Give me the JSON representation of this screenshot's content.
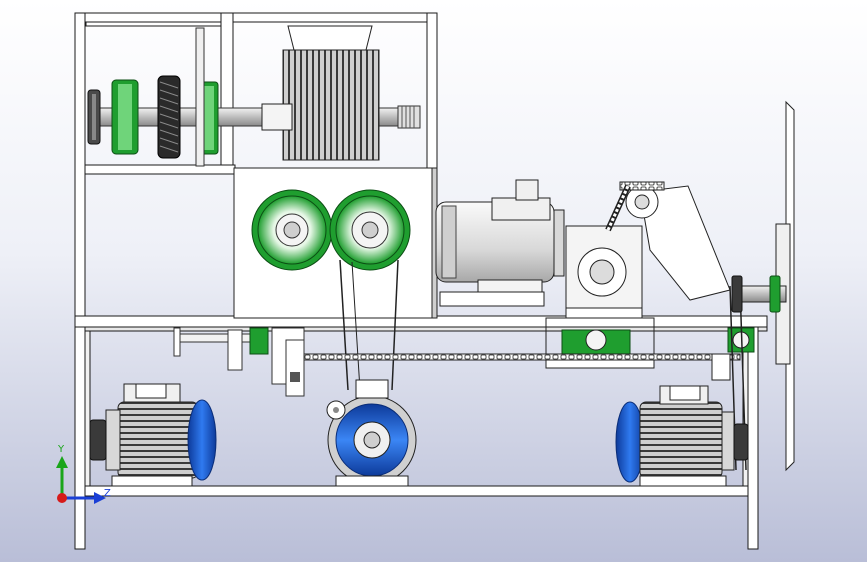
{
  "viewport": {
    "background_top": "#ffffff",
    "background_bottom": "#b9bed7"
  },
  "colors": {
    "frame_fill": "#ffffff",
    "frame_stroke": "#1a1a1a",
    "gear_green": "#1f9e2f",
    "motor_blue": "#1e5fcf",
    "motor_body": "#d9d9d9",
    "shaft": "#cccccc",
    "axis_x": "#1a3fd6",
    "axis_y": "#1aa51a",
    "axis_z": "#d61a1a"
  },
  "triad": {
    "y_label": "Y",
    "z_label": "Z"
  },
  "parts": [
    "frame",
    "upper-shaft-assembly",
    "crusher-rotor",
    "hopper",
    "gearbox-housing",
    "main-motor",
    "worm-reducer",
    "chain-drive",
    "cutting-disc",
    "bottom-motor-left",
    "bottom-motor-center",
    "bottom-motor-right"
  ]
}
